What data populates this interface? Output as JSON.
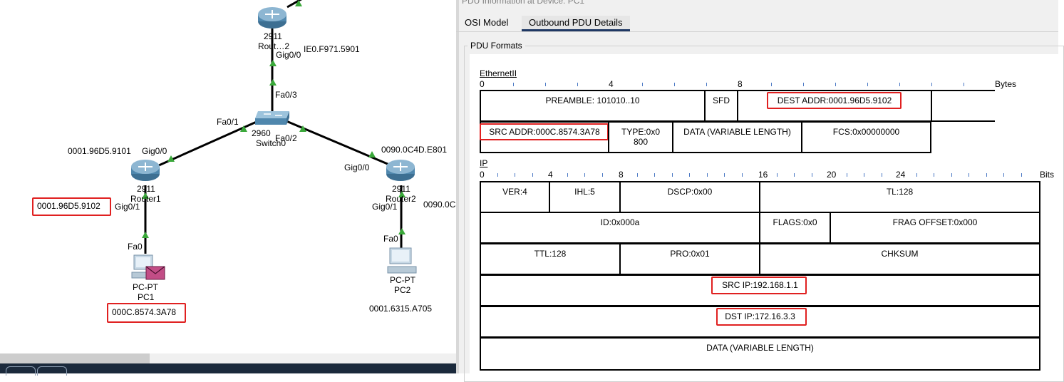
{
  "topology": {
    "router_top": {
      "model": "2911",
      "name": "Rout…2",
      "interface_down": "Gig0/0",
      "mac": "IE0.F971.5901"
    },
    "switch": {
      "model": "2960",
      "name": "Switch0",
      "port_up": "Fa0/3",
      "port_left": "Fa0/1",
      "port_right": "Fa0/2"
    },
    "router1": {
      "model": "2911",
      "name": "Router1",
      "mac_up": "0001.96D5.9101",
      "if_up": "Gig0/0",
      "if_down": "Gig0/1",
      "mac_down": "0001.96D5.9102"
    },
    "router2": {
      "model": "2911",
      "name": "Router2",
      "mac_up": "0090.0C4D.E801",
      "if_up": "Gig0/0",
      "if_down": "Gig0/1",
      "mac_right": "0090.0C"
    },
    "pc1": {
      "type": "PC-PT",
      "name": "PC1",
      "port": "Fa0",
      "mac": "000C.8574.3A78"
    },
    "pc2": {
      "type": "PC-PT",
      "name": "PC2",
      "port": "Fa0",
      "mac": "0001.6315.A705"
    }
  },
  "pdu": {
    "window_title": "PDU Information at Device: PC1",
    "tabs": [
      "OSI Model",
      "Outbound PDU Details"
    ],
    "group_label": "PDU Formats",
    "ethernet": {
      "title": "EthernetII",
      "scale": [
        "0",
        "4",
        "8"
      ],
      "unit": "Bytes",
      "preamble": "PREAMBLE: 101010..10",
      "sfd": "SFD",
      "dest": "DEST ADDR:0001.96D5.9102",
      "src": "SRC ADDR:000C.8574.3A78",
      "type": "TYPE:0x0800",
      "data": "DATA (VARIABLE LENGTH)",
      "fcs": "FCS:0x00000000"
    },
    "ip": {
      "title": "IP",
      "scale": [
        "0",
        "4",
        "8",
        "16",
        "20",
        "24"
      ],
      "unit": "Bits",
      "ver": "VER:4",
      "ihl": "IHL:5",
      "dscp": "DSCP:0x00",
      "tl": "TL:128",
      "id": "ID:0x000a",
      "flags": "FLAGS:0x0",
      "frag": "FRAG OFFSET:0x000",
      "ttl": "TTL:128",
      "pro": "PRO:0x01",
      "chksum": "CHKSUM",
      "src": "SRC IP:192.168.1.1",
      "dst": "DST IP:172.16.3.3",
      "data": "DATA (VARIABLE LENGTH)"
    }
  }
}
